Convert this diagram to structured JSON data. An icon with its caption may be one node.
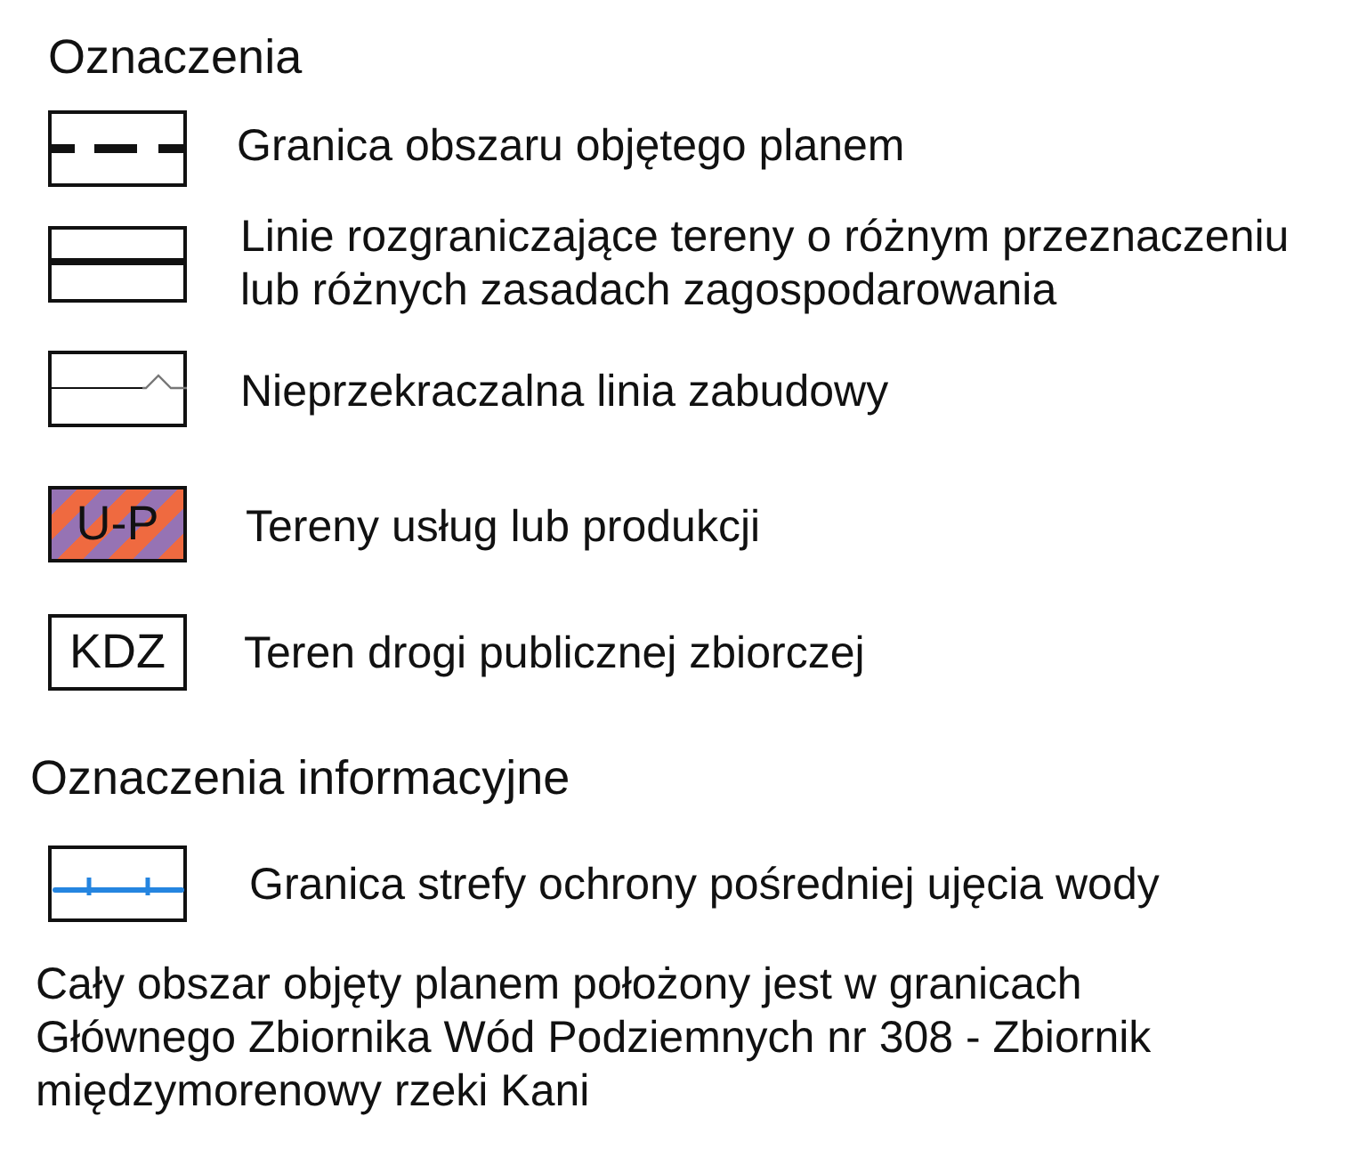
{
  "diagram": {
    "title": "Oznaczenia",
    "legend": [
      {
        "text": "Granica obszaru objętego planem"
      },
      {
        "text": "Linie rozgraniczające tereny o różnym przeznaczeniu lub różnych zasadach zagospodarowania"
      },
      {
        "text": "Nieprzekraczalna linia zabudowy"
      },
      {
        "text": "Tereny usług lub produkcji"
      },
      {
        "text": "Teren drogi publicznej zbiorczej"
      },
      {
        "text": "Granica strefy ochrony pośredniej ujęcia wody"
      }
    ],
    "labels": [
      "U-P",
      "KDZ",
      "Oznaczenia informacyjne",
      "Cały obszar objęty planem położony jest w granicach Głównego Zbiornika Wód Podziemnych nr 308 - Zbiornik międzymorenowy rzeki Kani"
    ]
  }
}
